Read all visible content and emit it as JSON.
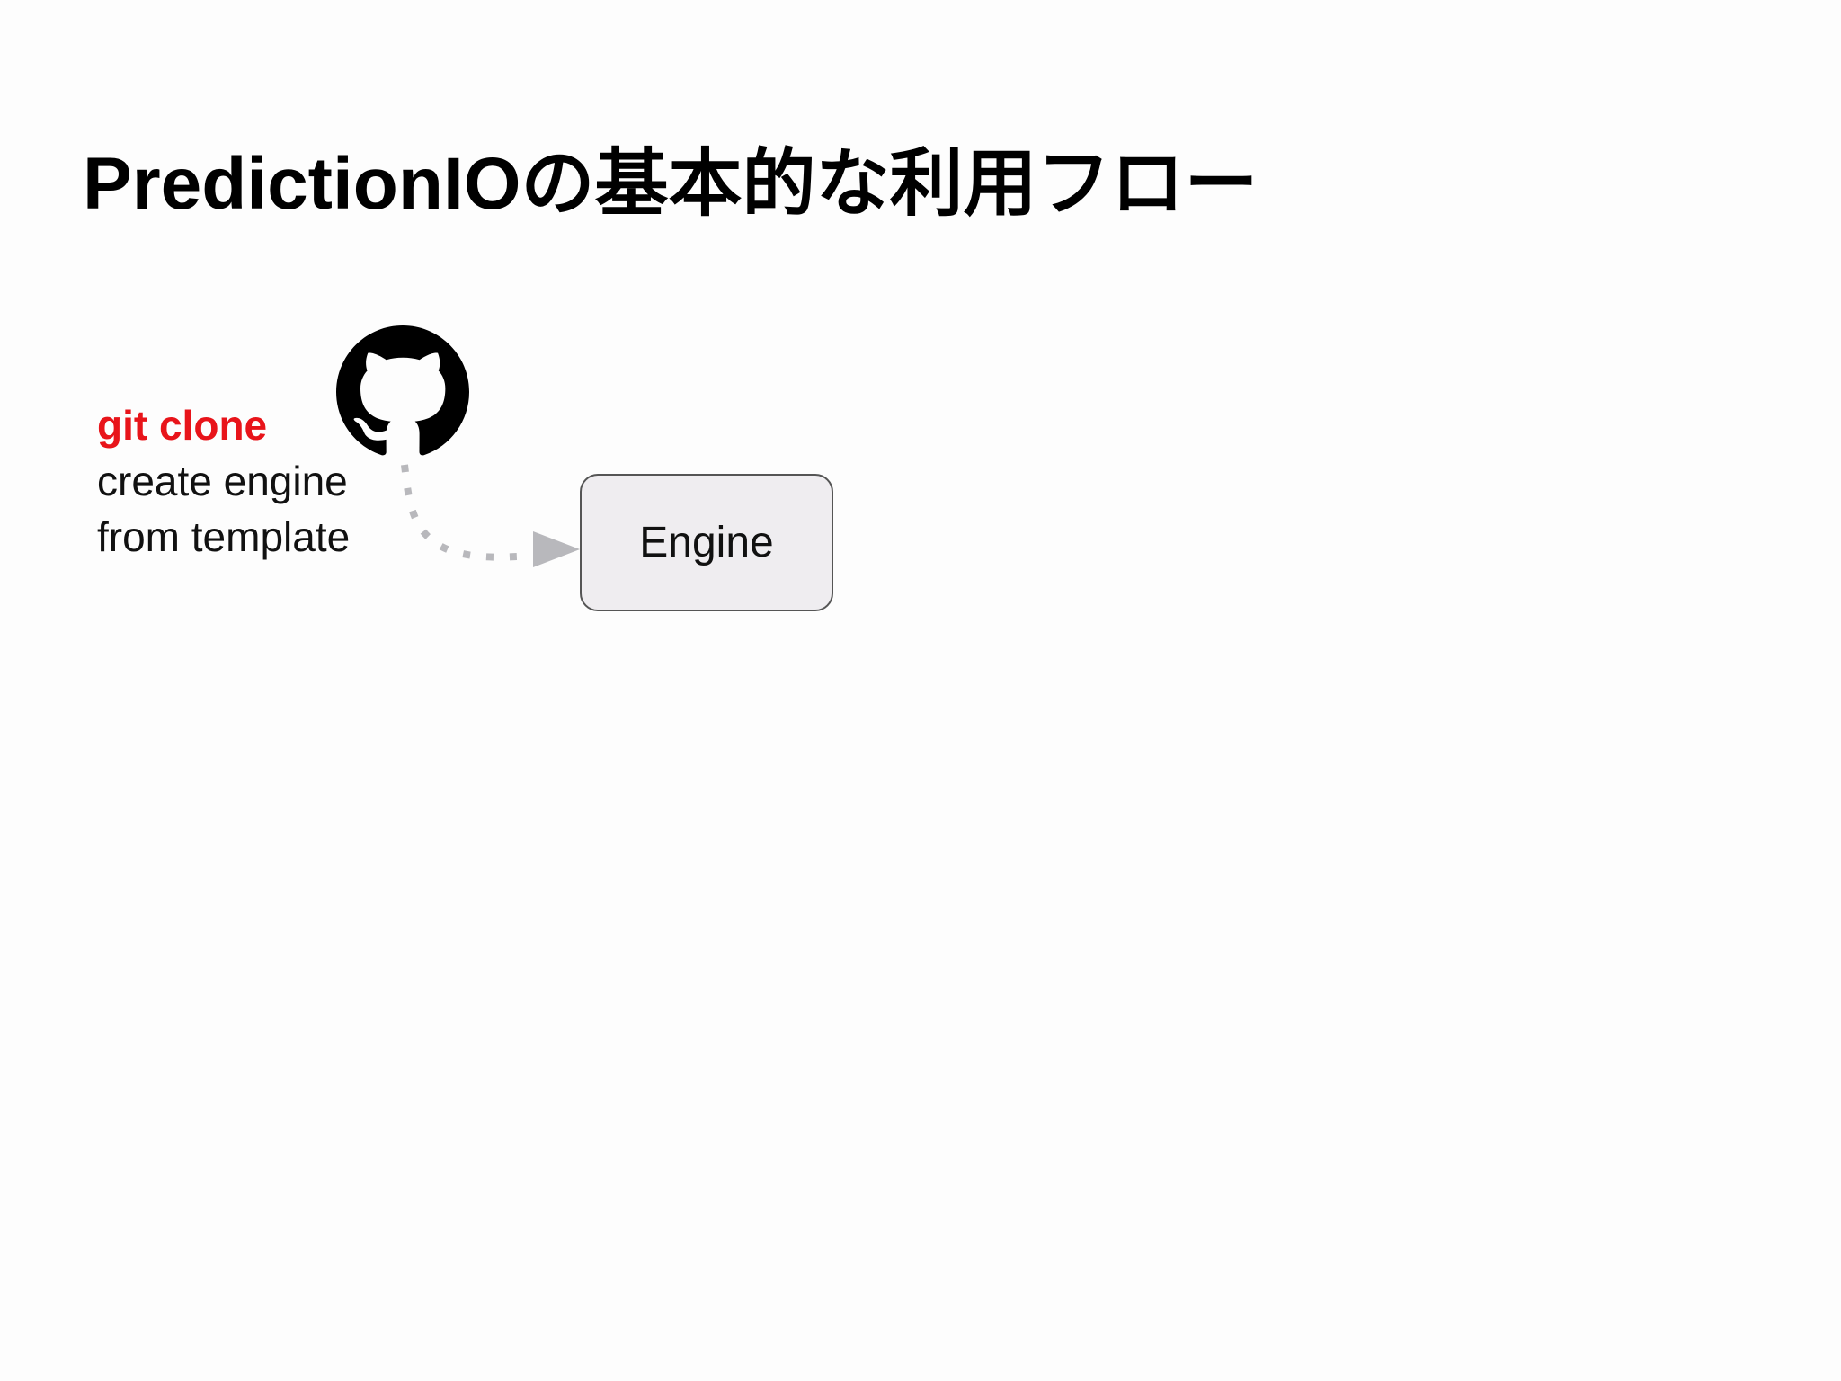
{
  "slide": {
    "title": "PredictionIOの基本的な利用フロー"
  },
  "github_step": {
    "command": "git clone",
    "description_lines": [
      "create engine",
      "from template"
    ],
    "icon": "github-octocat-icon"
  },
  "engine_node": {
    "label": "Engine"
  },
  "colors": {
    "command_text": "#e8141a",
    "arrow": "#b8b8bc",
    "engine_fill": "#efedf0",
    "engine_border": "#555555"
  }
}
